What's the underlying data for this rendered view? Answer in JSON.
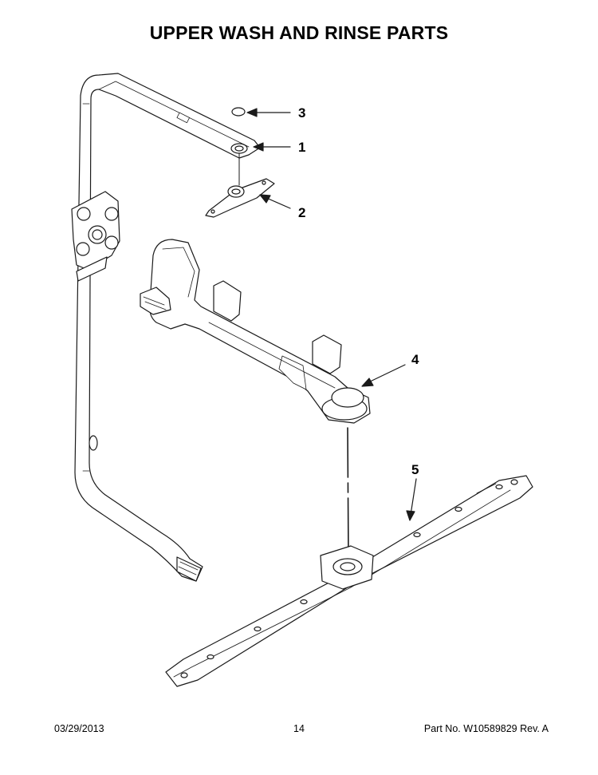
{
  "title": "UPPER WASH AND RINSE PARTS",
  "callouts": {
    "c1": "1",
    "c2": "2",
    "c3": "3",
    "c4": "4",
    "c5": "5"
  },
  "footer": {
    "date": "03/29/2013",
    "page": "14",
    "part_no": "Part No.  W10589829  Rev.  A"
  }
}
